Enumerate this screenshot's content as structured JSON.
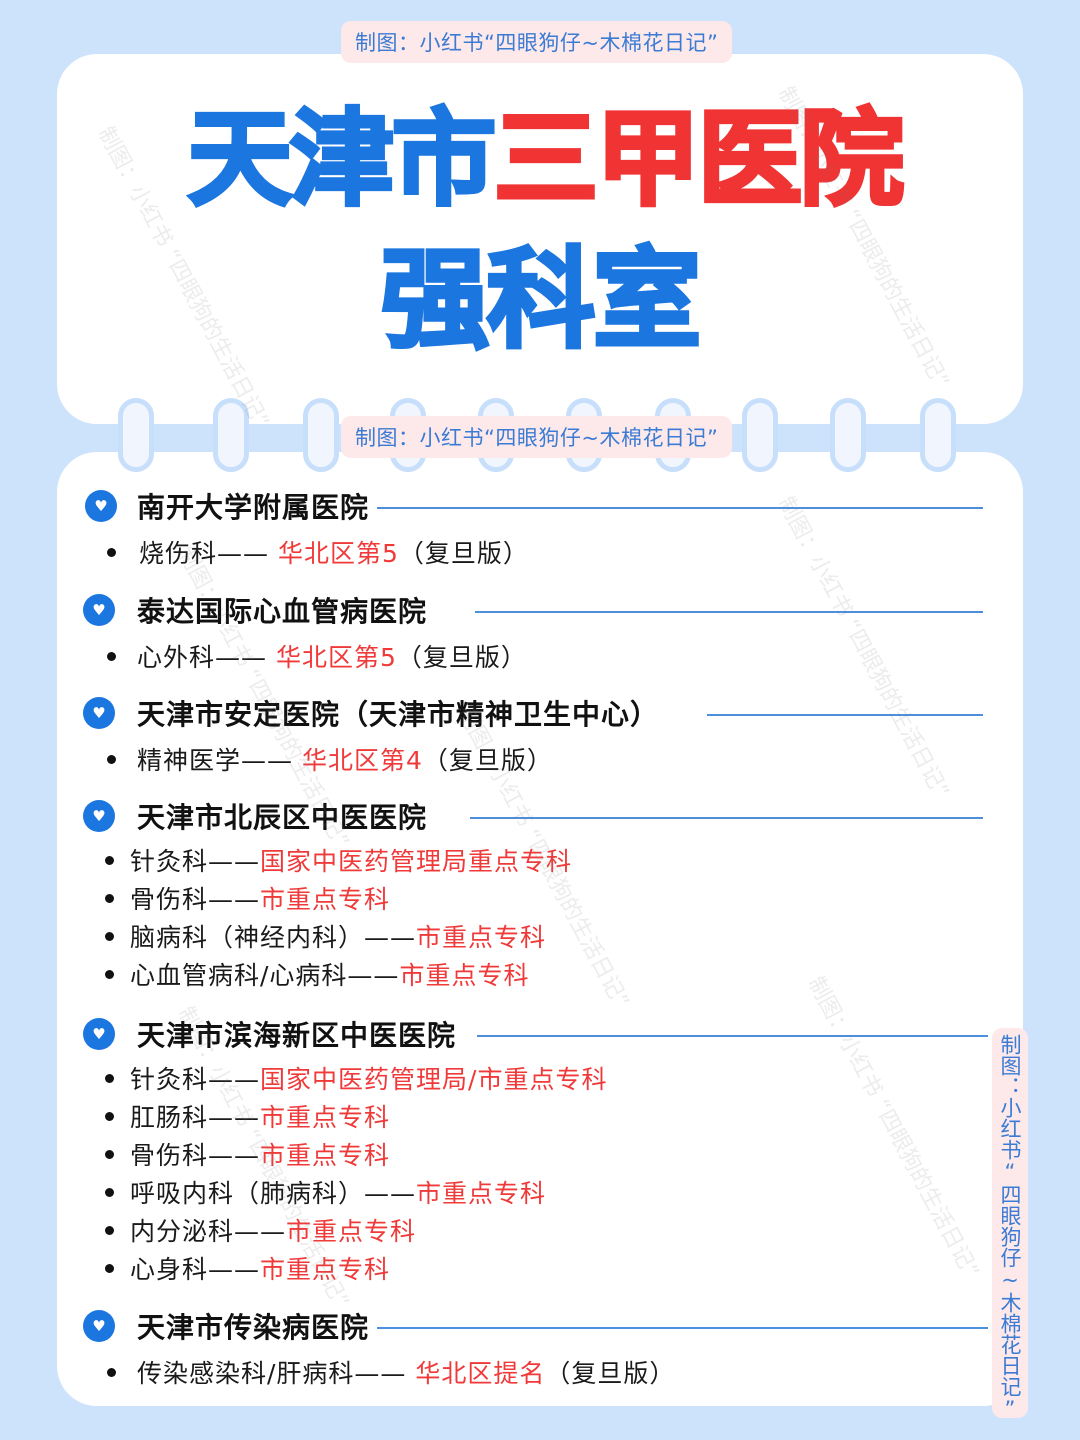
{
  "credit": {
    "text": "制图：小红书“四眼狗仔~木棉花日记”",
    "side_text": "制图：小红书“四眼狗仔~木棉花日记”"
  },
  "watermark": {
    "text": "制图：小红书 “四眼狗的生活日记”"
  },
  "title": {
    "line1_blue": "天津市",
    "line1_red": "三甲医院",
    "line2": "强科室"
  },
  "colors": {
    "background": "#cde3fb",
    "accent_blue": "#1b76e0",
    "accent_red": "#f03333",
    "credit_bg": "#fde9ea"
  },
  "hospitals": [
    {
      "icon": "heart-icon",
      "name": "南开大学附属医院",
      "departments": [
        {
          "name": "烧伤科—— ",
          "rank": "华北区第5",
          "note": "（复旦版）"
        }
      ]
    },
    {
      "icon": "heart-icon",
      "name": "泰达国际心血管病医院",
      "departments": [
        {
          "name": "心外科—— ",
          "rank": "华北区第5",
          "note": "（复旦版）"
        }
      ]
    },
    {
      "icon": "heart-icon",
      "name": "天津市安定医院（天津市精神卫生中心）",
      "departments": [
        {
          "name": "精神医学—— ",
          "rank": "华北区第4",
          "note": "（复旦版）"
        }
      ]
    },
    {
      "icon": "heart-icon",
      "name": "天津市北辰区中医医院",
      "departments": [
        {
          "name": "针灸科——",
          "rank": "国家中医药管理局重点专科",
          "note": ""
        },
        {
          "name": "骨伤科——",
          "rank": "市重点专科",
          "note": ""
        },
        {
          "name": "脑病科（神经内科）——",
          "rank": "市重点专科",
          "note": ""
        },
        {
          "name": "心血管病科/心病科——",
          "rank": "市重点专科",
          "note": ""
        }
      ]
    },
    {
      "icon": "heart-icon",
      "name": "天津市滨海新区中医医院",
      "departments": [
        {
          "name": "针灸科——",
          "rank": "国家中医药管理局/市重点专科",
          "note": ""
        },
        {
          "name": "肛肠科——",
          "rank": "市重点专科",
          "note": ""
        },
        {
          "name": "骨伤科——",
          "rank": "市重点专科",
          "note": ""
        },
        {
          "name": "呼吸内科（肺病科）——",
          "rank": "市重点专科",
          "note": ""
        },
        {
          "name": "内分泌科——",
          "rank": "市重点专科",
          "note": ""
        },
        {
          "name": "心身科——",
          "rank": "市重点专科",
          "note": ""
        }
      ]
    },
    {
      "icon": "heart-icon",
      "name": "天津市传染病医院",
      "departments": [
        {
          "name": "传染感染科/肝病科—— ",
          "rank": "华北区提名",
          "note": "（复旦版）"
        }
      ]
    }
  ]
}
